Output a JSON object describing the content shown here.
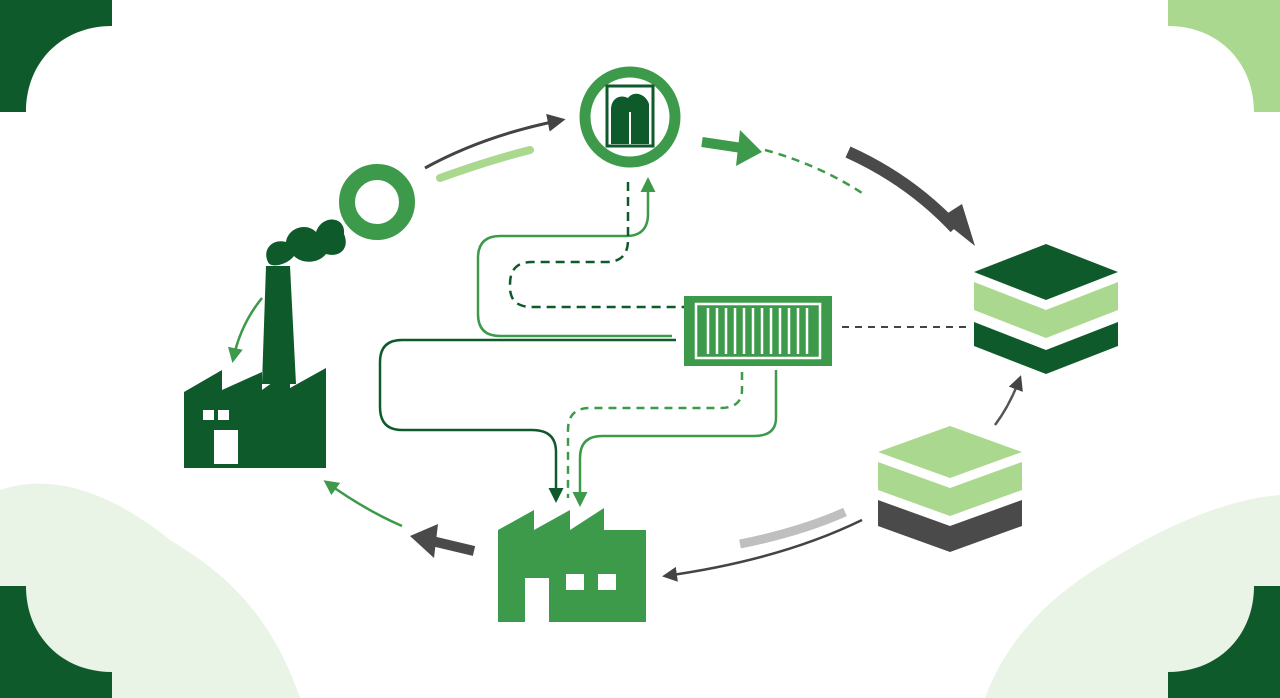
{
  "colors": {
    "dark_green": "#0f5a2a",
    "mid_green": "#3d9a4b",
    "light_green": "#a9d88e",
    "pale_green": "#e9f4e6",
    "dark_gray": "#4a4a4a",
    "light_gray": "#bfbfbf",
    "background": "#ffffff"
  },
  "diagram": {
    "nodes": [
      {
        "id": "emitting-factory",
        "icon": "factory-with-smokestack-icon"
      },
      {
        "id": "ring",
        "icon": "ring-icon"
      },
      {
        "id": "capture-unit",
        "icon": "circular-badge-icon"
      },
      {
        "id": "storage-container",
        "icon": "container-icon"
      },
      {
        "id": "stacked-layers-top",
        "icon": "layered-cube-icon"
      },
      {
        "id": "stacked-layers-bottom",
        "icon": "layered-cube-icon"
      },
      {
        "id": "processing-factory",
        "icon": "factory-icon"
      }
    ],
    "edges": [
      {
        "from": "ring",
        "to": "capture-unit",
        "style": "solid"
      },
      {
        "from": "capture-unit",
        "to": "stacked-layers-top",
        "style": "dashed"
      },
      {
        "from": "stacked-layers-bottom",
        "to": "stacked-layers-top",
        "style": "solid"
      },
      {
        "from": "stacked-layers-bottom",
        "to": "processing-factory",
        "style": "solid"
      },
      {
        "from": "processing-factory",
        "to": "emitting-factory",
        "style": "solid"
      },
      {
        "from": "emitting-factory",
        "to": "emitting-factory",
        "style": "solid"
      },
      {
        "from": "emitting-factory",
        "to": "storage-container",
        "style": "solid"
      },
      {
        "from": "capture-unit",
        "to": "storage-container",
        "style": "dashed"
      },
      {
        "from": "storage-container",
        "to": "processing-factory",
        "style": "solid"
      },
      {
        "from": "storage-container",
        "to": "processing-factory",
        "style": "dashed"
      },
      {
        "from": "storage-container",
        "to": "capture-unit",
        "style": "solid"
      },
      {
        "from": "storage-container",
        "to": "stacked-layers-top",
        "style": "dashed"
      }
    ]
  }
}
